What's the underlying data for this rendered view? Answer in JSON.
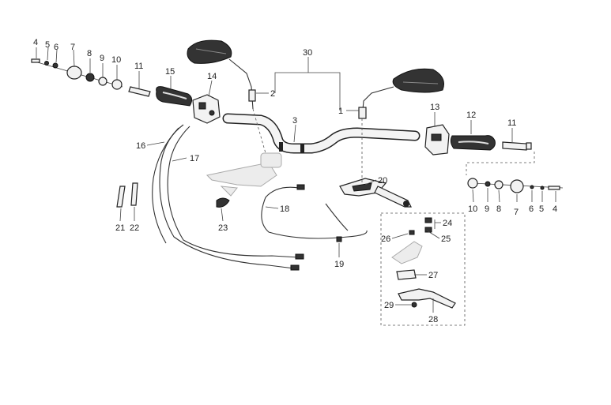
{
  "callouts": [
    {
      "id": "c4l",
      "text": "4"
    },
    {
      "id": "c5l",
      "text": "5"
    },
    {
      "id": "c6l",
      "text": "6"
    },
    {
      "id": "c7l",
      "text": "7"
    },
    {
      "id": "c8l",
      "text": "8"
    },
    {
      "id": "c9l",
      "text": "9"
    },
    {
      "id": "c10l",
      "text": "10"
    },
    {
      "id": "c11l",
      "text": "11"
    },
    {
      "id": "c15",
      "text": "15"
    },
    {
      "id": "c14",
      "text": "14"
    },
    {
      "id": "c30",
      "text": "30"
    },
    {
      "id": "c2",
      "text": "2"
    },
    {
      "id": "c1",
      "text": "1"
    },
    {
      "id": "c3",
      "text": "3"
    },
    {
      "id": "c13",
      "text": "13"
    },
    {
      "id": "c12",
      "text": "12"
    },
    {
      "id": "c11r",
      "text": "11"
    },
    {
      "id": "c16",
      "text": "16"
    },
    {
      "id": "c17",
      "text": "17"
    },
    {
      "id": "c20",
      "text": "20"
    },
    {
      "id": "c18",
      "text": "18"
    },
    {
      "id": "c23",
      "text": "23"
    },
    {
      "id": "c21",
      "text": "21"
    },
    {
      "id": "c22",
      "text": "22"
    },
    {
      "id": "c19",
      "text": "19"
    },
    {
      "id": "c10r",
      "text": "10"
    },
    {
      "id": "c9r",
      "text": "9"
    },
    {
      "id": "c8r",
      "text": "8"
    },
    {
      "id": "c7r",
      "text": "7"
    },
    {
      "id": "c6r",
      "text": "6"
    },
    {
      "id": "c5r",
      "text": "5"
    },
    {
      "id": "c4r",
      "text": "4"
    },
    {
      "id": "c24",
      "text": "24"
    },
    {
      "id": "c26",
      "text": "26"
    },
    {
      "id": "c25",
      "text": "25"
    },
    {
      "id": "c27",
      "text": "27"
    },
    {
      "id": "c29",
      "text": "29"
    },
    {
      "id": "c28",
      "text": "28"
    }
  ]
}
